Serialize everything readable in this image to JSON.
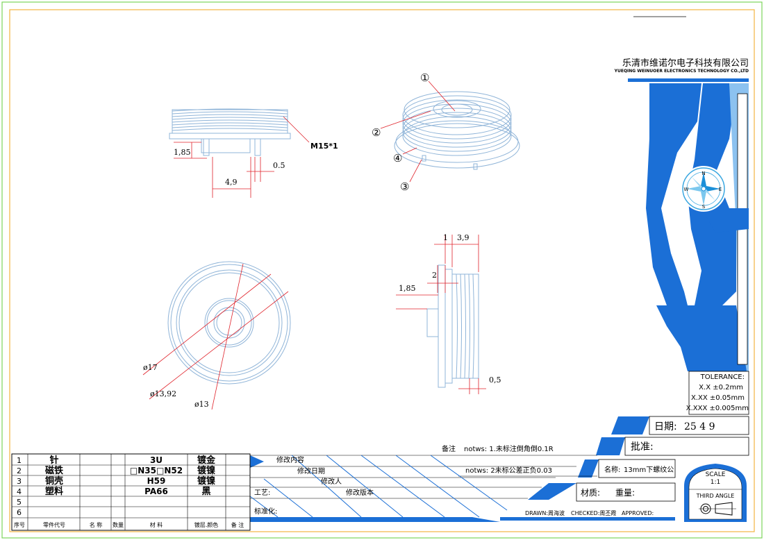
{
  "company": {
    "name_cn": "乐清市维诺尔电子科技有限公司",
    "name_en": "YUEQING WEINUOER ELECTRONICS TECHNOLOGY CO.,LTD"
  },
  "dimensions": {
    "front_view": [
      "1,85",
      "4,9",
      "0.5",
      "M15*1"
    ],
    "top_view": [
      "ø17",
      "ø13,92",
      "ø13"
    ],
    "side_view": [
      "1",
      "3,9",
      "2",
      "1,85",
      "0,5"
    ]
  },
  "callouts": [
    "①",
    "②",
    "③",
    "④"
  ],
  "tolerance": {
    "title": "TOLERANCE:",
    "lines": [
      "X.X  ±0.2mm",
      "X.XX  ±0.05mm",
      "X.XXX  ±0.005mm"
    ]
  },
  "date_label": "日期:",
  "date_value": "25  4  9",
  "approval_label": "批准:",
  "name_label": "名称:",
  "name_value": "13mm下螺纹公",
  "material_label": "材质:",
  "weight_label": "重量:",
  "scale": {
    "label": "SCALE",
    "value": "1:1",
    "projection": "THIRD ANGLE"
  },
  "signoff": {
    "drawn": "DRAWN:周海波",
    "checked": "CHECKED:周丕霞",
    "approved": "APPROVED:"
  },
  "notes": {
    "label": "备注",
    "note1": "notws: 1.未标注倒角倒0.1R",
    "note2": "notws: 2未标公差正负0.03"
  },
  "revision": {
    "content": "修改内容",
    "date": "修改日期",
    "person": "修改人",
    "process": "工艺:",
    "version": "修改版本",
    "standard": "标准化:"
  },
  "bom": {
    "headers": [
      "序号",
      "零件代号",
      "名 称",
      "数量",
      "材  料",
      "镀层.颜色",
      "备 注"
    ],
    "rows": [
      {
        "no": "1",
        "part": "针",
        "material": "3U",
        "finish": "镀金"
      },
      {
        "no": "2",
        "part": "磁铁",
        "material": "□N35□N52",
        "finish": "镀镍"
      },
      {
        "no": "3",
        "part": "铜壳",
        "material": "H59",
        "finish": "镀镍"
      },
      {
        "no": "4",
        "part": "塑料",
        "material": "PA66",
        "finish": "黑"
      },
      {
        "no": "5",
        "part": "",
        "material": "",
        "finish": ""
      },
      {
        "no": "6",
        "part": "",
        "material": "",
        "finish": ""
      }
    ]
  },
  "compass": {
    "north": "N",
    "east": "E",
    "south": "S",
    "west": "W"
  }
}
